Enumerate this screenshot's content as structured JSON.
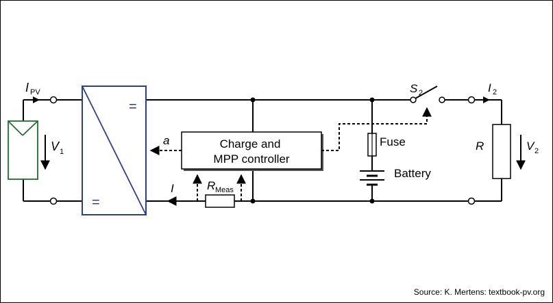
{
  "labels": {
    "i_pv_main": "I",
    "i_pv_sub": "PV",
    "v1_main": "V",
    "v1_sub": "1",
    "converter_top_symbol": "=",
    "converter_bottom_symbol": "=",
    "a": "a",
    "controller_line1": "Charge and",
    "controller_line2": "MPP controller",
    "i_meas": "I",
    "r_meas_main": "R",
    "r_meas_sub": "Meas",
    "fuse": "Fuse",
    "battery": "Battery",
    "s2_main": "S",
    "s2_sub": "2",
    "i2_main": "I",
    "i2_sub": "2",
    "r_load": "R",
    "v2_main": "V",
    "v2_sub": "2"
  },
  "source": "Source: K. Mertens: textbook-pv.org",
  "colors": {
    "pv_module": "#1e6e2e",
    "converter": "#2b3f8f",
    "wire": "#000000"
  }
}
